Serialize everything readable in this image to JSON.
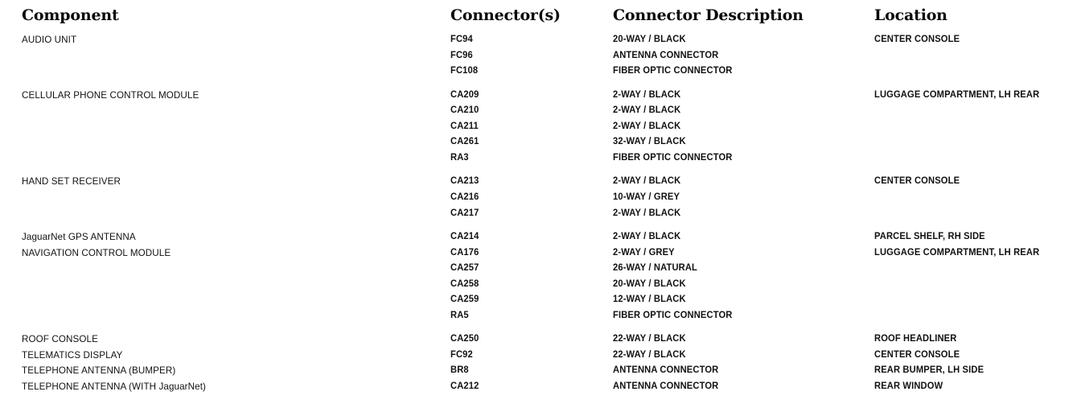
{
  "table": {
    "headers": [
      {
        "key": "component",
        "label": "Component"
      },
      {
        "key": "connector",
        "label": "Connector(s)"
      },
      {
        "key": "description",
        "label": "Connector Description"
      },
      {
        "key": "location",
        "label": "Location"
      }
    ],
    "rows": [
      {
        "component": "AUDIO UNIT",
        "connector": "FC94",
        "description": "20-WAY / BLACK",
        "location": "CENTER CONSOLE",
        "gap_before": false
      },
      {
        "component": "",
        "connector": "FC96",
        "description": "ANTENNA CONNECTOR",
        "location": "",
        "gap_before": false
      },
      {
        "component": "",
        "connector": "FC108",
        "description": "FIBER OPTIC CONNECTOR",
        "location": "",
        "gap_before": false
      },
      {
        "component": "CELLULAR PHONE CONTROL MODULE",
        "connector": "CA209",
        "description": "2-WAY / BLACK",
        "location": "LUGGAGE COMPARTMENT, LH REAR",
        "gap_before": true
      },
      {
        "component": "",
        "connector": "CA210",
        "description": "2-WAY / BLACK",
        "location": "",
        "gap_before": false
      },
      {
        "component": "",
        "connector": "CA211",
        "description": "2-WAY / BLACK",
        "location": "",
        "gap_before": false
      },
      {
        "component": "",
        "connector": "CA261",
        "description": "32-WAY / BLACK",
        "location": "",
        "gap_before": false
      },
      {
        "component": "",
        "connector": "RA3",
        "description": "FIBER OPTIC CONNECTOR",
        "location": "",
        "gap_before": false
      },
      {
        "component": "HAND SET RECEIVER",
        "connector": "CA213",
        "description": "2-WAY / BLACK",
        "location": "CENTER CONSOLE",
        "gap_before": true
      },
      {
        "component": "",
        "connector": "CA216",
        "description": "10-WAY / GREY",
        "location": "",
        "gap_before": false
      },
      {
        "component": "",
        "connector": "CA217",
        "description": "2-WAY / BLACK",
        "location": "",
        "gap_before": false
      },
      {
        "component": "JaguarNet GPS ANTENNA",
        "connector": "CA214",
        "description": "2-WAY / BLACK",
        "location": "PARCEL SHELF, RH SIDE",
        "gap_before": true
      },
      {
        "component": "NAVIGATION CONTROL MODULE",
        "connector": "CA176",
        "description": "2-WAY / GREY",
        "location": "LUGGAGE COMPARTMENT, LH REAR",
        "gap_before": false
      },
      {
        "component": "",
        "connector": "CA257",
        "description": "26-WAY / NATURAL",
        "location": "",
        "gap_before": false
      },
      {
        "component": "",
        "connector": "CA258",
        "description": "20-WAY / BLACK",
        "location": "",
        "gap_before": false
      },
      {
        "component": "",
        "connector": "CA259",
        "description": "12-WAY / BLACK",
        "location": "",
        "gap_before": false
      },
      {
        "component": "",
        "connector": "RA5",
        "description": "FIBER OPTIC CONNECTOR",
        "location": "",
        "gap_before": false
      },
      {
        "component": "ROOF CONSOLE",
        "connector": "CA250",
        "description": "22-WAY / BLACK",
        "location": "ROOF HEADLINER",
        "gap_before": true
      },
      {
        "component": "TELEMATICS DISPLAY",
        "connector": "FC92",
        "description": "22-WAY / BLACK",
        "location": "CENTER CONSOLE",
        "gap_before": false
      },
      {
        "component": "TELEPHONE ANTENNA (BUMPER)",
        "connector": "BR8",
        "description": "ANTENNA CONNECTOR",
        "location": "REAR BUMPER, LH SIDE",
        "gap_before": false
      },
      {
        "component": "TELEPHONE ANTENNA (WITH JaguarNet)",
        "connector": "CA212",
        "description": "ANTENNA CONNECTOR",
        "location": "REAR WINDOW",
        "gap_before": false
      }
    ]
  },
  "colors": {
    "background": "#ffffff",
    "text": "#111111",
    "header_text": "#0a0a0a"
  }
}
